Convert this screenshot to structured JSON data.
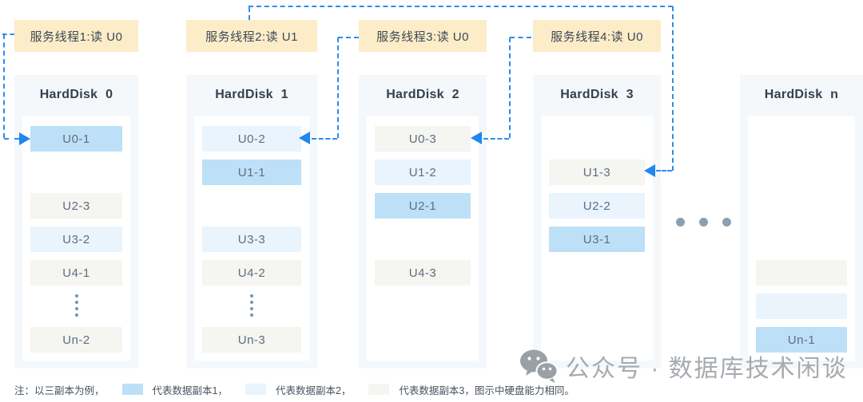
{
  "palette": {
    "replica1_blue": "#bde0f8",
    "replica2_lightblue": "#e9f4fd",
    "replica3_gray": "#f5f5f1",
    "thread_label_bg": "#fcedc8",
    "disk_column_bg": "#f5f8fa",
    "connector_blue": "#2e8cee",
    "watermark_gray": "#a6abb0"
  },
  "threads": [
    {
      "label": "服务线程1:读 U0"
    },
    {
      "label": "服务线程2:读 U1"
    },
    {
      "label": "服务线程3:读 U0"
    },
    {
      "label": "服务线程4:读 U0"
    }
  ],
  "disks": [
    {
      "title": "HardDisk 0",
      "cells": [
        {
          "label": "U0-1",
          "replica": 1,
          "row": 0
        },
        {
          "label": "U2-3",
          "replica": 3,
          "row": 2
        },
        {
          "label": "U3-2",
          "replica": 2,
          "row": 3
        },
        {
          "label": "U4-1",
          "replica": 3,
          "row": 4
        },
        {
          "label": "Un-2",
          "replica": 3,
          "row": 6
        }
      ],
      "has_vertical_ellipsis": true
    },
    {
      "title": "HardDisk 1",
      "cells": [
        {
          "label": "U0-2",
          "replica": 2,
          "row": 0
        },
        {
          "label": "U1-1",
          "replica": 1,
          "row": 1
        },
        {
          "label": "U3-3",
          "replica": 2,
          "row": 3
        },
        {
          "label": "U4-2",
          "replica": 3,
          "row": 4
        },
        {
          "label": "Un-3",
          "replica": 3,
          "row": 6
        }
      ],
      "has_vertical_ellipsis": true
    },
    {
      "title": "HardDisk 2",
      "cells": [
        {
          "label": "U0-3",
          "replica": 3,
          "row": 0
        },
        {
          "label": "U1-2",
          "replica": 2,
          "row": 1
        },
        {
          "label": "U2-1",
          "replica": 1,
          "row": 2
        },
        {
          "label": "U4-3",
          "replica": 3,
          "row": 4
        }
      ],
      "has_vertical_ellipsis": false
    },
    {
      "title": "HardDisk 3",
      "cells": [
        {
          "label": "U1-3",
          "replica": 3,
          "row": 1
        },
        {
          "label": "U2-2",
          "replica": 2,
          "row": 2
        },
        {
          "label": "U3-1",
          "replica": 1,
          "row": 3
        }
      ],
      "has_vertical_ellipsis": false
    },
    {
      "title": "HardDisk n",
      "cells": [
        {
          "label": "",
          "replica": 3,
          "row": 4
        },
        {
          "label": "",
          "replica": 2,
          "row": 5
        },
        {
          "label": "Un-1",
          "replica": 1,
          "row": 6
        }
      ],
      "has_vertical_ellipsis": false
    }
  ],
  "connections": [
    {
      "from": "服务线程1",
      "to": "U0-1",
      "disk": "HardDisk 0"
    },
    {
      "from": "服务线程2",
      "to": "U1-3",
      "disk": "HardDisk 3"
    },
    {
      "from": "服务线程3",
      "to": "U0-2",
      "disk": "HardDisk 1"
    },
    {
      "from": "服务线程4",
      "to": "U0-3",
      "disk": "HardDisk 2"
    }
  ],
  "legend": {
    "note": "注：以三副本为例，",
    "items": [
      {
        "label": "代表数据副本1，",
        "replica": 1
      },
      {
        "label": "代表数据副本2，",
        "replica": 2
      },
      {
        "label": "代表数据副本3，图示中硬盘能力相同。",
        "replica": 3
      }
    ]
  },
  "watermark": {
    "text": "公众号 · 数据库技术闲谈"
  }
}
